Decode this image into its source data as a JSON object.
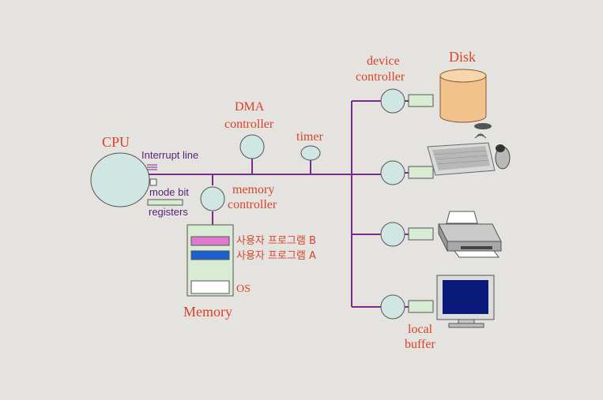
{
  "labels": {
    "cpu": "CPU",
    "interrupt_line": "Interrupt line",
    "mode_bit": "mode bit",
    "registers": "registers",
    "dma_line1": "DMA",
    "dma_line2": "controller",
    "timer": "timer",
    "memctrl_line1": "memory",
    "memctrl_line2": "controller",
    "user_program_b": "사용자 프로그램 B",
    "user_program_a": "사용자 프로그램 A",
    "os": "OS",
    "memory": "Memory",
    "devctrl_line1": "device",
    "devctrl_line2": "controller",
    "disk": "Disk",
    "local_line1": "local",
    "local_line2": "buffer"
  },
  "colors": {
    "bus": "#7a2a8c",
    "node_fill": "#cfe6e3",
    "buffer_fill": "#d8ecd3",
    "label_red": "#d9432a",
    "program_b": "#e07ad0",
    "program_a": "#1c5fd0",
    "disk_fill": "#f2c28d"
  },
  "devices": [
    "disk",
    "keyboard-mouse",
    "printer",
    "monitor"
  ]
}
